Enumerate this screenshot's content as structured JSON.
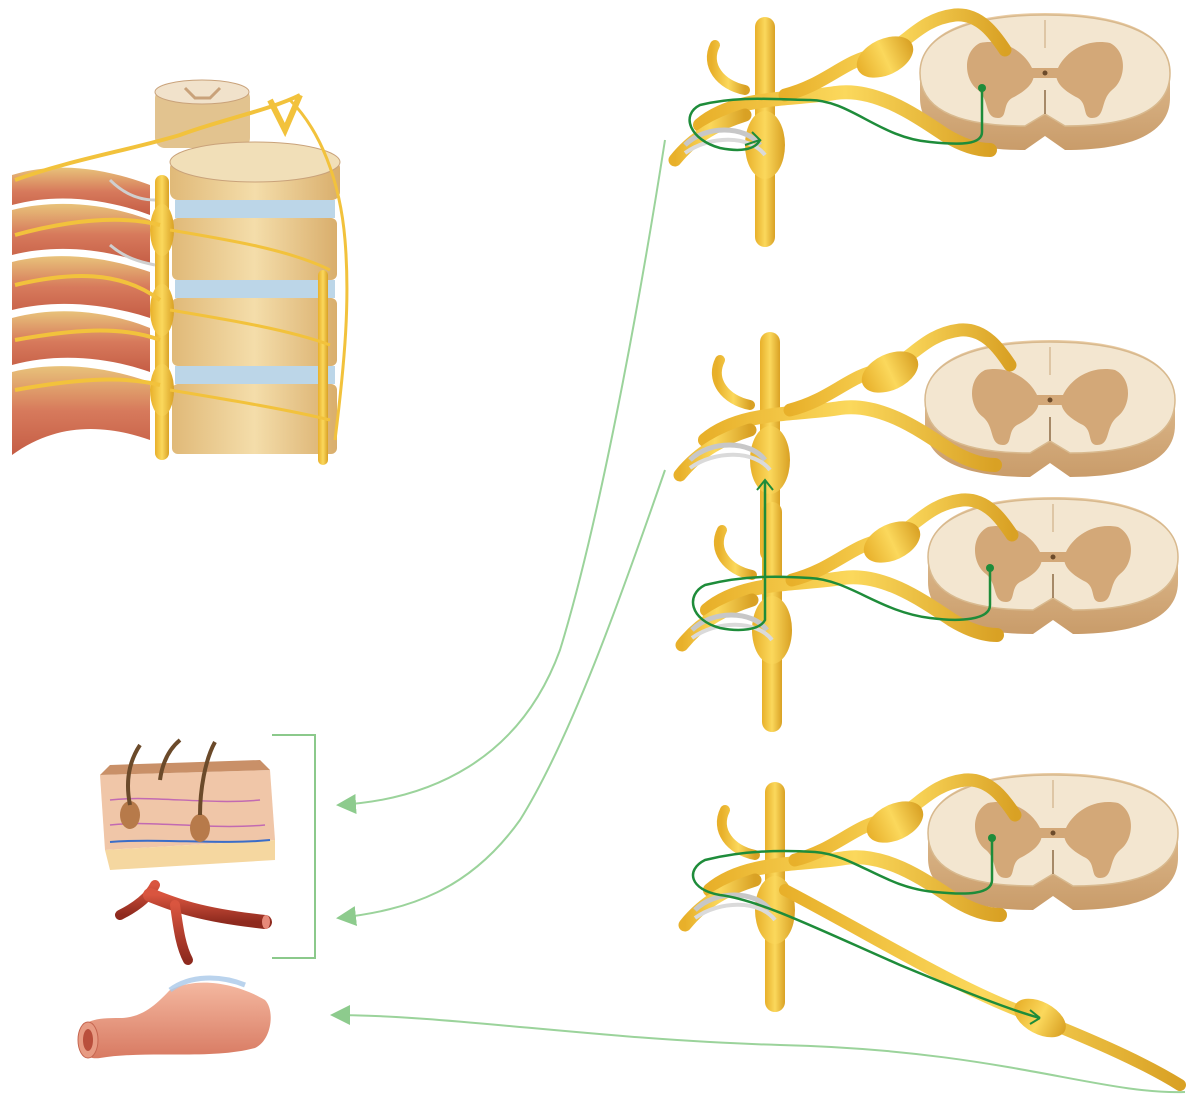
{
  "figure": {
    "subject": "sympathetic-autonomic-pathways",
    "panels": [
      {
        "id": "spinal-column-overview",
        "icon": "vertebral-column-with-sympathetic-trunk-icon"
      },
      {
        "id": "pathway-1",
        "icon": "spinal-segment-chain-ganglion-synapse-icon"
      },
      {
        "id": "pathway-2",
        "icon": "spinal-segment-ascending-chain-icon"
      },
      {
        "id": "pathway-3",
        "icon": "spinal-segment-collateral-ganglion-icon"
      },
      {
        "id": "target-skin",
        "icon": "skin-block-icon"
      },
      {
        "id": "target-blood-vessel",
        "icon": "blood-vessel-icon"
      },
      {
        "id": "target-intestine",
        "icon": "intestine-icon"
      }
    ]
  },
  "colors": {
    "nerve": "#F2C23C",
    "nerve_dark": "#C9941A",
    "pathway": "#1E8C3A",
    "arrow": "#9BD39B",
    "cord_light": "#F1E2CB",
    "cord_grey": "#C9A27A",
    "vessel": "#C0392B",
    "bracket": "#8BC98B"
  }
}
